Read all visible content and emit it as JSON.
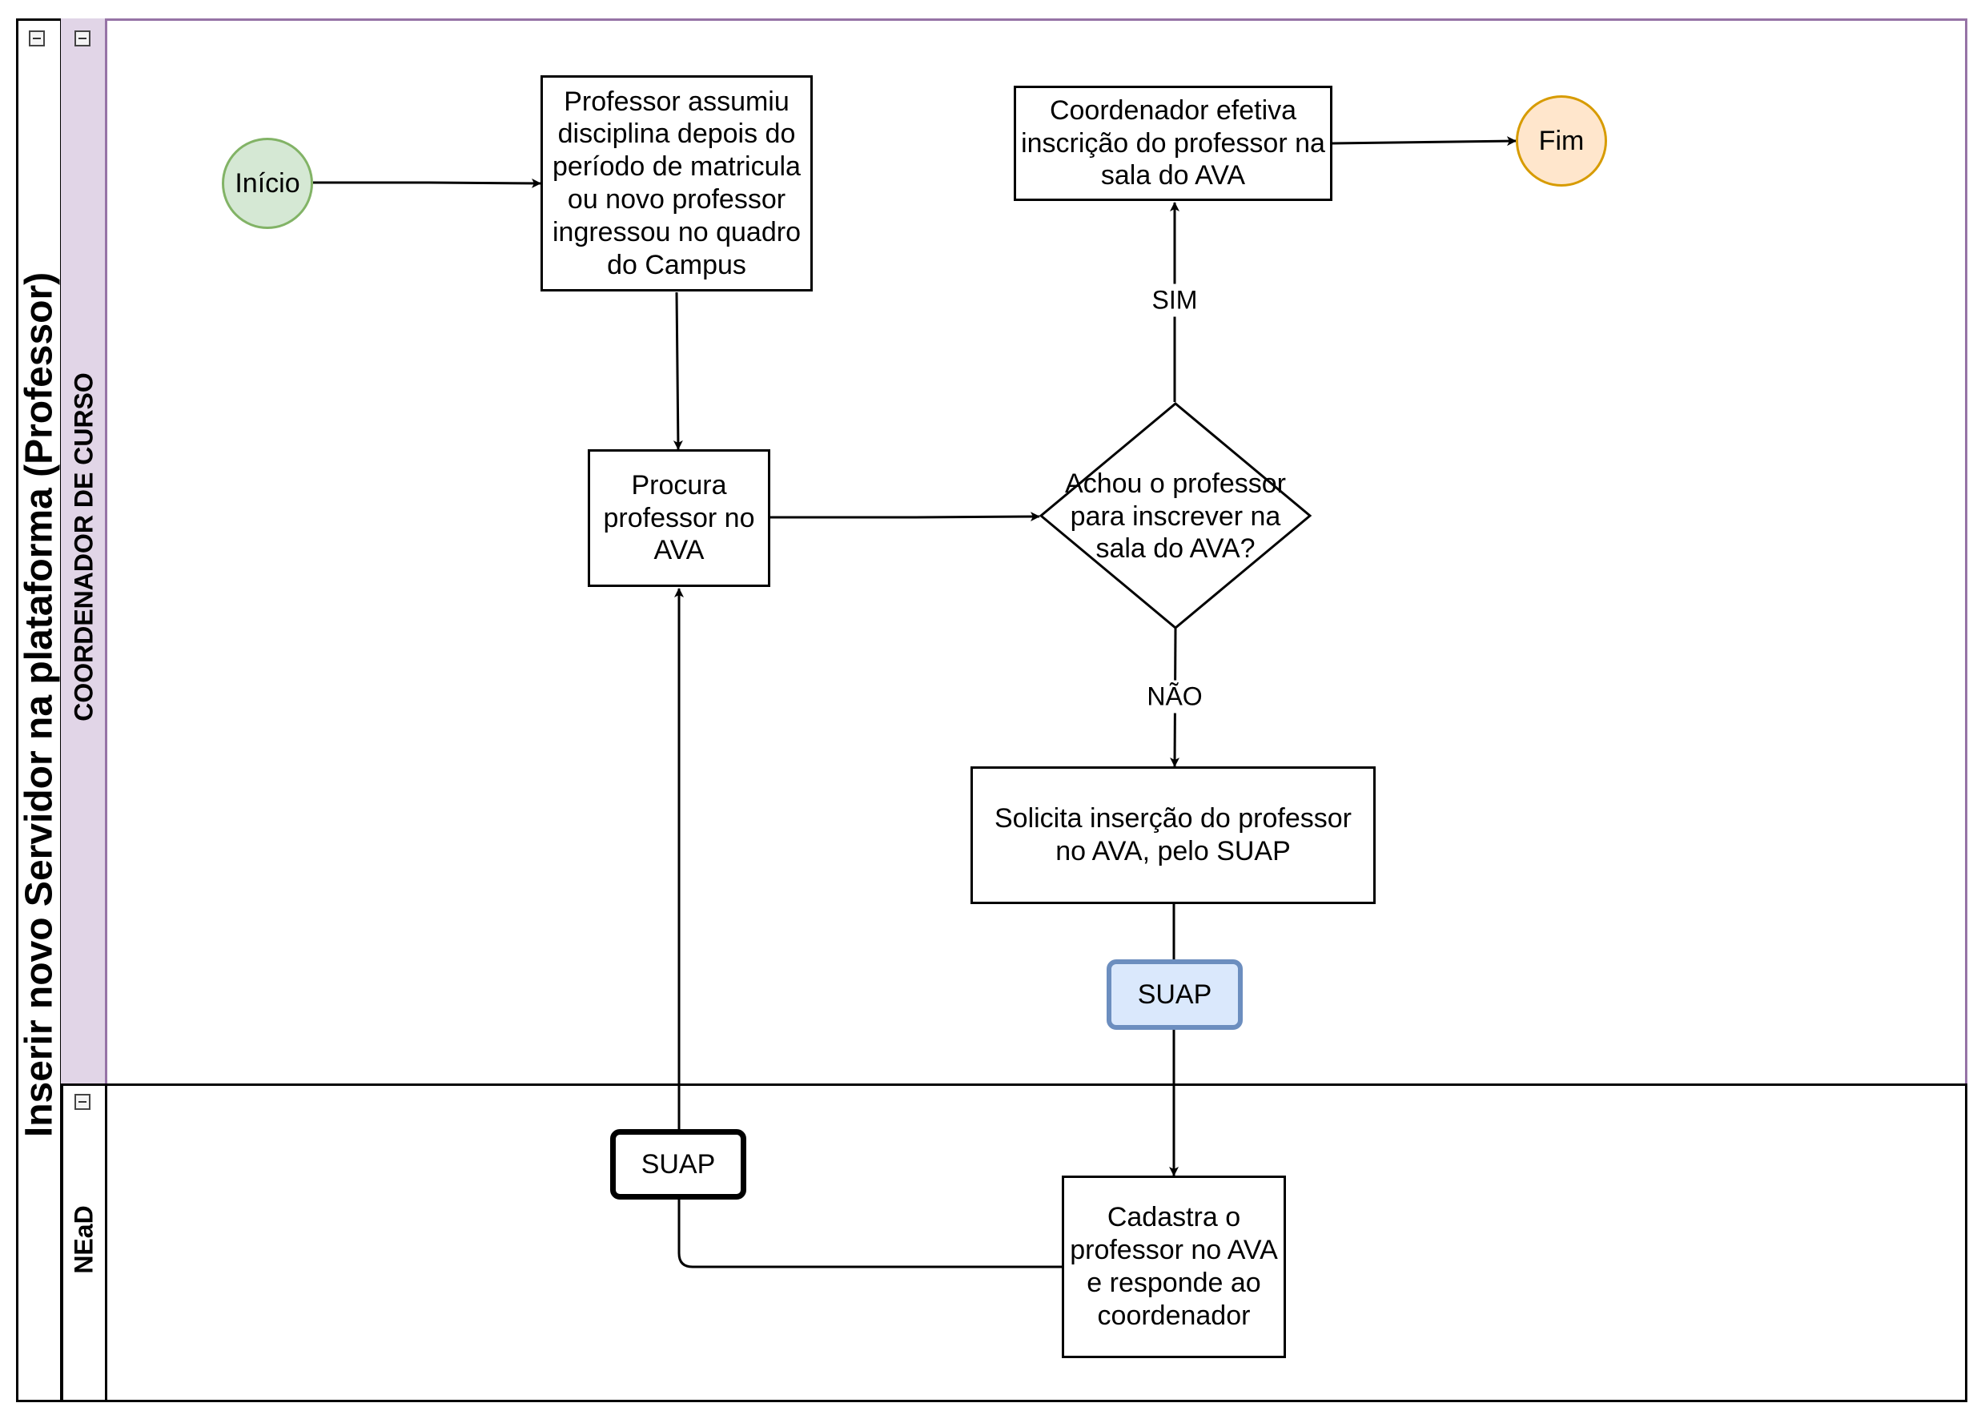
{
  "pool": {
    "title": "Inserir novo Servidor na plataforma (Professor)"
  },
  "lanes": [
    {
      "label": "COORDENADOR DE CURSO"
    },
    {
      "label": "NEaD"
    }
  ],
  "nodes": {
    "start": "Início",
    "assumiu": "Professor assumiu disciplina depois do período de matricula ou novo professor ingressou no quadro do Campus",
    "procura": "Procura professor no AVA",
    "decision": "Achou o professor para inscrever na sala do AVA?",
    "efetiva": "Coordenador efetiva inscrição do professor na sala do AVA",
    "end": "Fim",
    "solicita": "Solicita inserção do professor no AVA, pelo SUAP",
    "suap_coord": "SUAP",
    "suap_nead": "SUAP",
    "cadastra": "Cadastra o professor no AVA e responde ao coordenador"
  },
  "edge_labels": {
    "yes": "SIM",
    "no": "NÃO"
  },
  "colors": {
    "lane_coord_fill": "#e1d5e7",
    "lane_coord_stroke": "#9673a6",
    "start_fill": "#d5e8d4",
    "start_stroke": "#82b366",
    "end_fill": "#ffe6cc",
    "end_stroke": "#d79b00",
    "suap_coord_fill": "#dae8fc",
    "suap_coord_stroke": "#6c8ebf"
  }
}
